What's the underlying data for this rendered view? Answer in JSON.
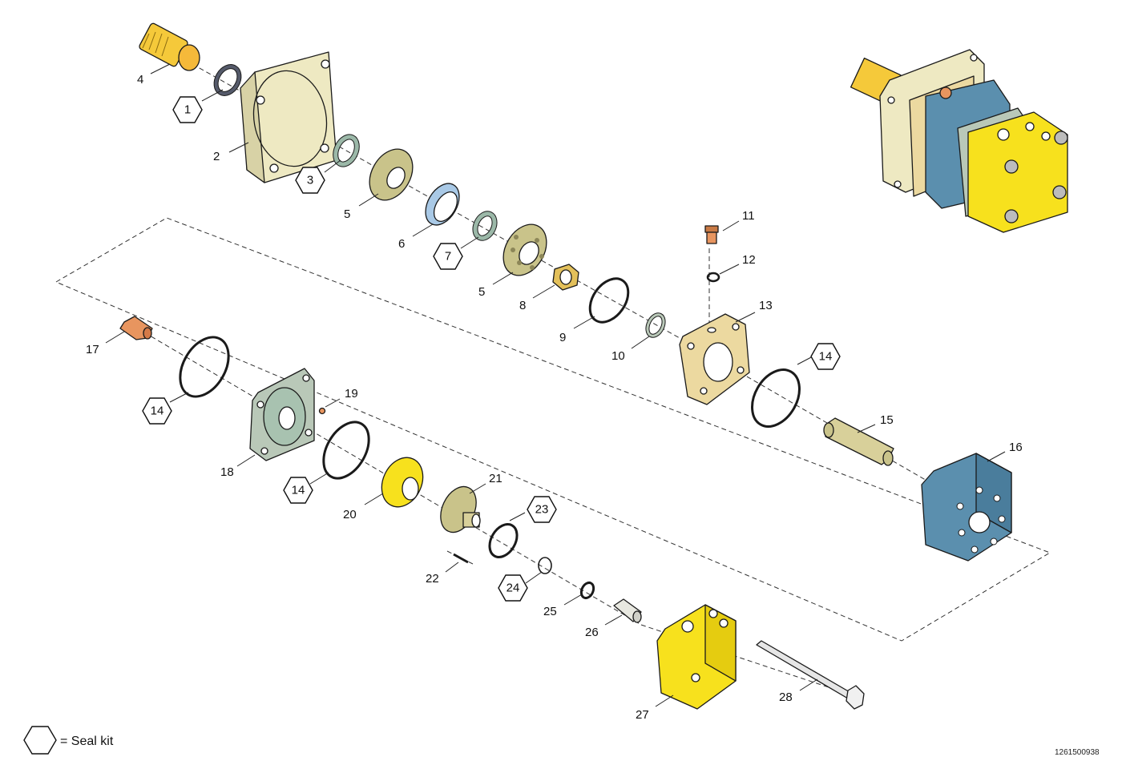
{
  "colors": {
    "yellow": "#f7e11d",
    "orange_yellow": "#f5c93a",
    "beige": "#eee9c2",
    "olive": "#c9c38a",
    "tan": "#ecd9a0",
    "blue": "#5b8fae",
    "light_blue": "#a9c9e6",
    "sage": "#a8c2b0",
    "gray_green": "#b9c8b8",
    "copper": "#e8955f",
    "brass": "#e3c05a"
  },
  "labels": [
    {
      "id": "l4",
      "text": "4"
    },
    {
      "id": "l2",
      "text": "2"
    },
    {
      "id": "l5a",
      "text": "5"
    },
    {
      "id": "l6",
      "text": "6"
    },
    {
      "id": "l5b",
      "text": "5"
    },
    {
      "id": "l8",
      "text": "8"
    },
    {
      "id": "l9",
      "text": "9"
    },
    {
      "id": "l10",
      "text": "10"
    },
    {
      "id": "l11",
      "text": "11"
    },
    {
      "id": "l12",
      "text": "12"
    },
    {
      "id": "l13",
      "text": "13"
    },
    {
      "id": "l15",
      "text": "15"
    },
    {
      "id": "l16",
      "text": "16"
    },
    {
      "id": "l17",
      "text": "17"
    },
    {
      "id": "l18",
      "text": "18"
    },
    {
      "id": "l19",
      "text": "19"
    },
    {
      "id": "l20",
      "text": "20"
    },
    {
      "id": "l21",
      "text": "21"
    },
    {
      "id": "l22",
      "text": "22"
    },
    {
      "id": "l25",
      "text": "25"
    },
    {
      "id": "l26",
      "text": "26"
    },
    {
      "id": "l27",
      "text": "27"
    },
    {
      "id": "l28",
      "text": "28"
    }
  ],
  "seal_kit_labels": [
    {
      "id": "h1",
      "text": "1"
    },
    {
      "id": "h3",
      "text": "3"
    },
    {
      "id": "h7",
      "text": "7"
    },
    {
      "id": "h14a",
      "text": "14"
    },
    {
      "id": "h14b",
      "text": "14"
    },
    {
      "id": "h14c",
      "text": "14"
    },
    {
      "id": "h23",
      "text": "23"
    },
    {
      "id": "h24",
      "text": "24"
    }
  ],
  "legend": {
    "text": "= Seal kit"
  },
  "reference_number": "1261500938"
}
